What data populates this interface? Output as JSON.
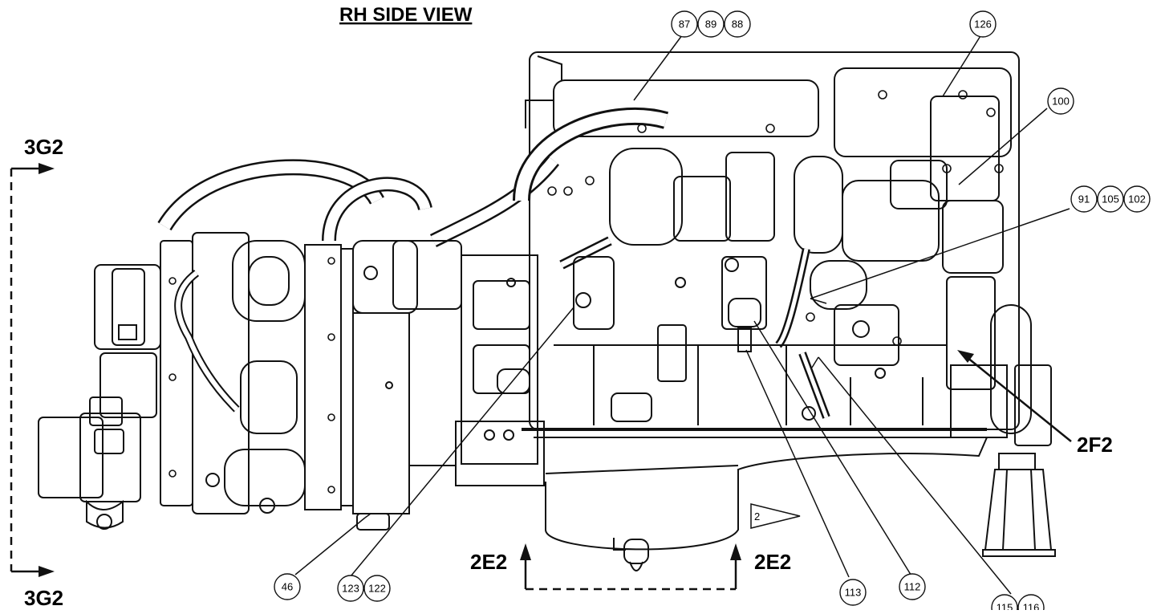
{
  "title": "RH SIDE VIEW",
  "section_labels": {
    "top_left": "3G2",
    "bottom_left": "3G2",
    "bottom_center_left": "2E2",
    "bottom_center_right": "2E2",
    "right": "2F2"
  },
  "flag_note": "2",
  "callouts": [
    {
      "id": "c-87-89-88",
      "numbers": [
        "87",
        "89",
        "88"
      ]
    },
    {
      "id": "c-126",
      "numbers": [
        "126"
      ]
    },
    {
      "id": "c-100",
      "numbers": [
        "100"
      ]
    },
    {
      "id": "c-91-105-102",
      "numbers": [
        "91",
        "105",
        "102"
      ]
    },
    {
      "id": "c-46",
      "numbers": [
        "46"
      ]
    },
    {
      "id": "c-123-122",
      "numbers": [
        "123",
        "122"
      ]
    },
    {
      "id": "c-113",
      "numbers": [
        "113"
      ]
    },
    {
      "id": "c-112",
      "numbers": [
        "112"
      ]
    },
    {
      "id": "c-115-116",
      "numbers": [
        "115",
        "116"
      ]
    }
  ]
}
